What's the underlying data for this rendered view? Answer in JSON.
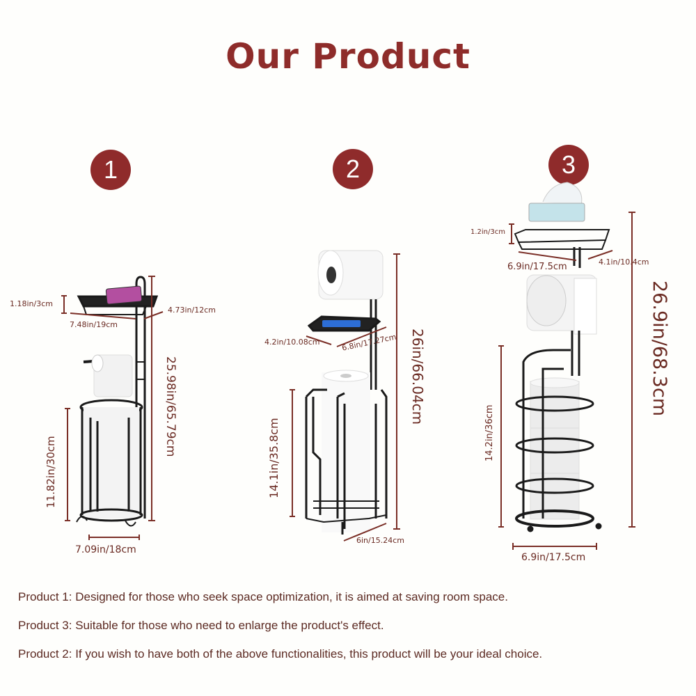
{
  "title": "Our Product",
  "products": [
    {
      "number": "1",
      "dimensions": {
        "shelf_height": "1.18in/3cm",
        "shelf_width": "7.48in/19cm",
        "shelf_depth": "4.73in/12cm",
        "total_height": "25.98in/65.79cm",
        "reserve_height": "11.82in/30cm",
        "base_width": "7.09in/18cm"
      }
    },
    {
      "number": "2",
      "dimensions": {
        "shelf_depth": "4.2in/10.08cm",
        "shelf_width": "6.8in/17.27cm",
        "total_height": "26in/66.04cm",
        "reserve_height": "14.1in/35.8cm",
        "base_width": "6in/15.24cm"
      }
    },
    {
      "number": "3",
      "dimensions": {
        "shelf_height": "1.2in/3cm",
        "shelf_width": "6.9in/17.5cm",
        "shelf_depth": "4.1in/10.4cm",
        "total_height": "26.9in/68.3cm",
        "reserve_height": "14.2in/36cm",
        "base_width": "6.9in/17.5cm"
      }
    }
  ],
  "descriptions": [
    "Product 1: Designed for those who seek space optimization, it is aimed at saving room space.",
    "Product 3: Suitable for those who need to enlarge the product's effect.",
    "Product 2: If you wish to have both of the above functionalities, this product will be your ideal choice."
  ],
  "colors": {
    "accent": "#8f2b2b",
    "dimension_line": "#7a2e26",
    "metal": "#1a1a1a",
    "background": "#fefefc"
  }
}
